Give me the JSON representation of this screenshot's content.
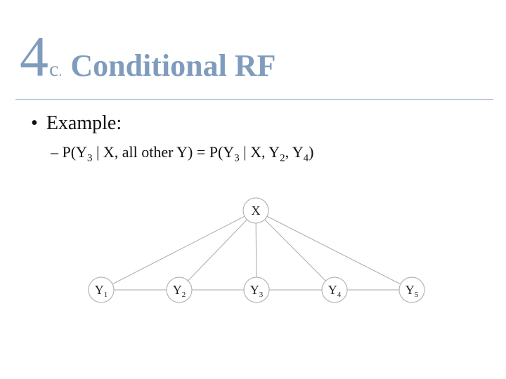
{
  "slide": {
    "title_number": "4",
    "title_letter": "c",
    "title_dot": ".",
    "title_text": "Conditional RF"
  },
  "bullets": [
    {
      "text": "Example:",
      "sub": {
        "dash": "–",
        "lhs_open": "P(Y",
        "lhs_sub": "3",
        "lhs_rest": " | X, all other Y) = P(Y",
        "rhs_sub": "3",
        "rhs_mid": " | X, Y",
        "rhs_sub2": "2",
        "rhs_mid2": ", Y",
        "rhs_sub3": "4",
        "rhs_close": ")"
      }
    }
  ],
  "diagram": {
    "nodes": [
      {
        "id": "X",
        "label": "X",
        "sub": ""
      },
      {
        "id": "Y1",
        "label": "Y",
        "sub": "1"
      },
      {
        "id": "Y2",
        "label": "Y",
        "sub": "2"
      },
      {
        "id": "Y3",
        "label": "Y",
        "sub": "3"
      },
      {
        "id": "Y4",
        "label": "Y",
        "sub": "4"
      },
      {
        "id": "Y5",
        "label": "Y",
        "sub": "5"
      }
    ],
    "edges": [
      [
        "X",
        "Y1"
      ],
      [
        "X",
        "Y2"
      ],
      [
        "X",
        "Y3"
      ],
      [
        "X",
        "Y4"
      ],
      [
        "X",
        "Y5"
      ],
      [
        "Y1",
        "Y2"
      ],
      [
        "Y2",
        "Y3"
      ],
      [
        "Y3",
        "Y4"
      ],
      [
        "Y4",
        "Y5"
      ]
    ]
  }
}
